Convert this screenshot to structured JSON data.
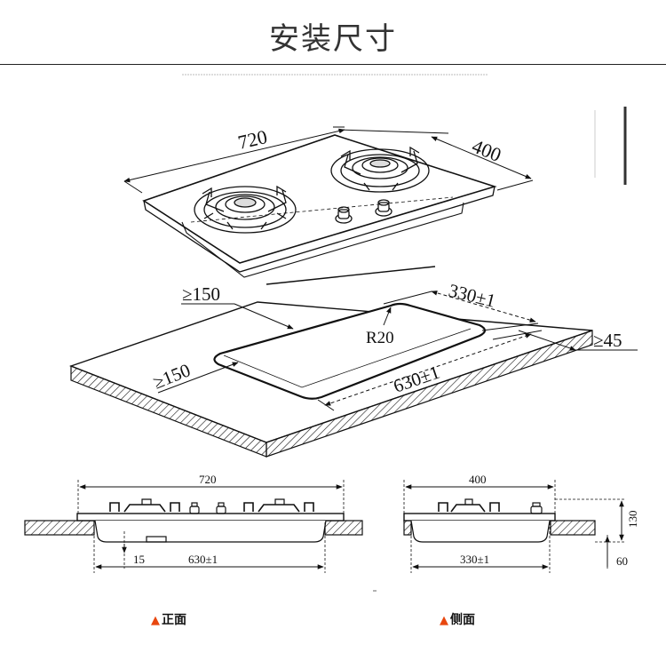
{
  "title": "安装尺寸",
  "iso": {
    "width": "720",
    "depth": "400",
    "clear_left": "≥150",
    "clear_front": "≥150",
    "cut_depth": "330±1",
    "radius": "R20",
    "cut_width": "630±1",
    "clear_back": "≥45"
  },
  "front": {
    "width": "720",
    "inset": "15",
    "cut_width": "630±1",
    "caption": "正面"
  },
  "side": {
    "depth": "400",
    "height": "130",
    "below": "60",
    "cut_depth": "330±1",
    "caption": "侧面"
  },
  "marker_icon": "triangle-up",
  "colors": {
    "marker": "#e8470f",
    "line": "#111111"
  }
}
